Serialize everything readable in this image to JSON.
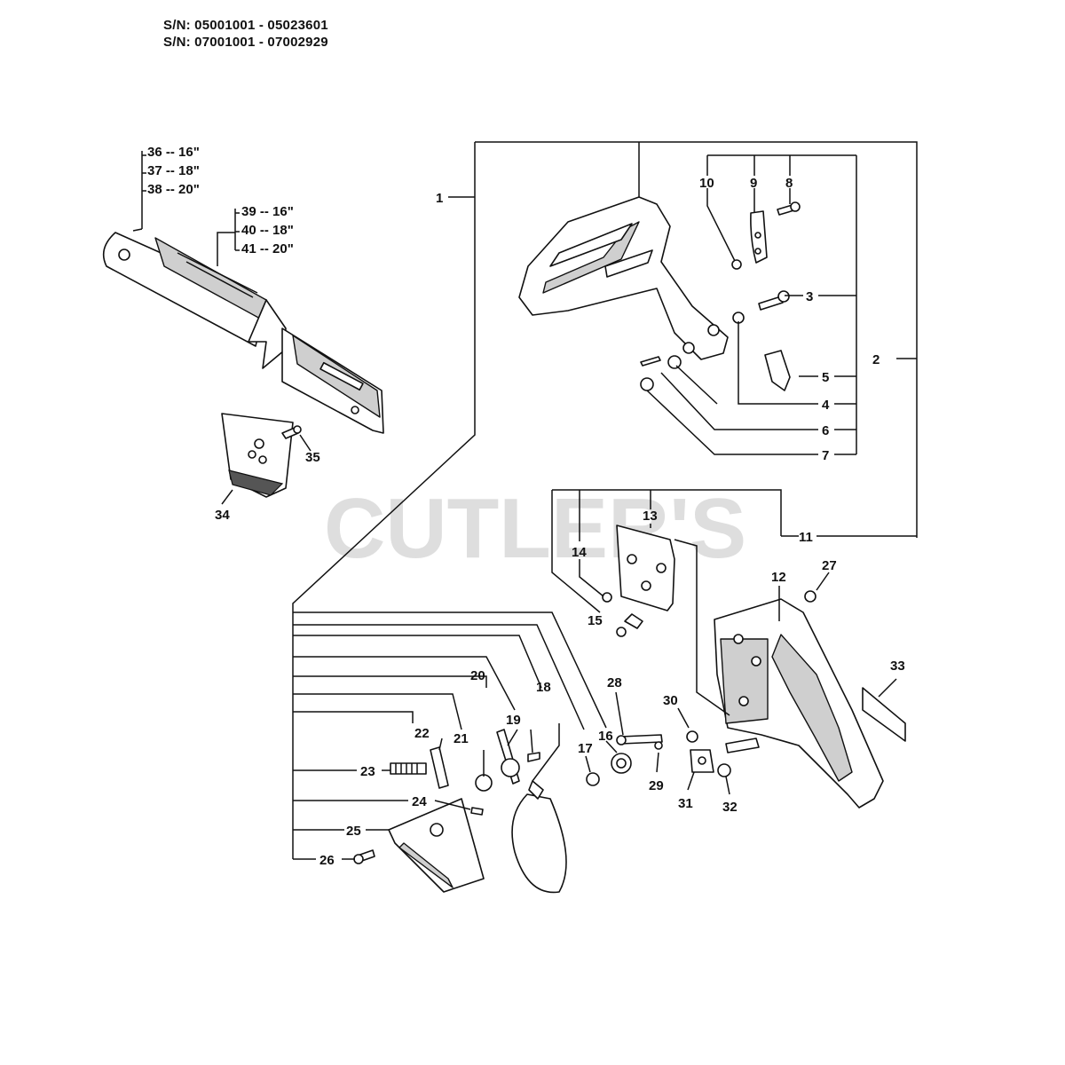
{
  "header": {
    "serial_1": "S/N: 05001001 - 05023601",
    "serial_2": "S/N: 07001001 - 07002929"
  },
  "watermark": "CUTLER'S",
  "bar_variants": [
    "36 -- 16\"",
    "37 -- 18\"",
    "38 -- 20\""
  ],
  "chain_variants": [
    "39 -- 16\"",
    "40 -- 18\"",
    "41 -- 20\""
  ],
  "callouts": {
    "p1": "1",
    "p2": "2",
    "p3": "3",
    "p4": "4",
    "p5": "5",
    "p6": "6",
    "p7": "7",
    "p8": "8",
    "p9": "9",
    "p10": "10",
    "p11": "11",
    "p12": "12",
    "p13": "13",
    "p14": "14",
    "p15": "15",
    "p16": "16",
    "p17": "17",
    "p18": "18",
    "p19": "19",
    "p20": "20",
    "p21": "21",
    "p22": "22",
    "p23": "23",
    "p24": "24",
    "p25": "25",
    "p26": "26",
    "p27": "27",
    "p28": "28",
    "p29": "29",
    "p30": "30",
    "p31": "31",
    "p32": "32",
    "p33": "33",
    "p34": "34",
    "p35": "35"
  }
}
